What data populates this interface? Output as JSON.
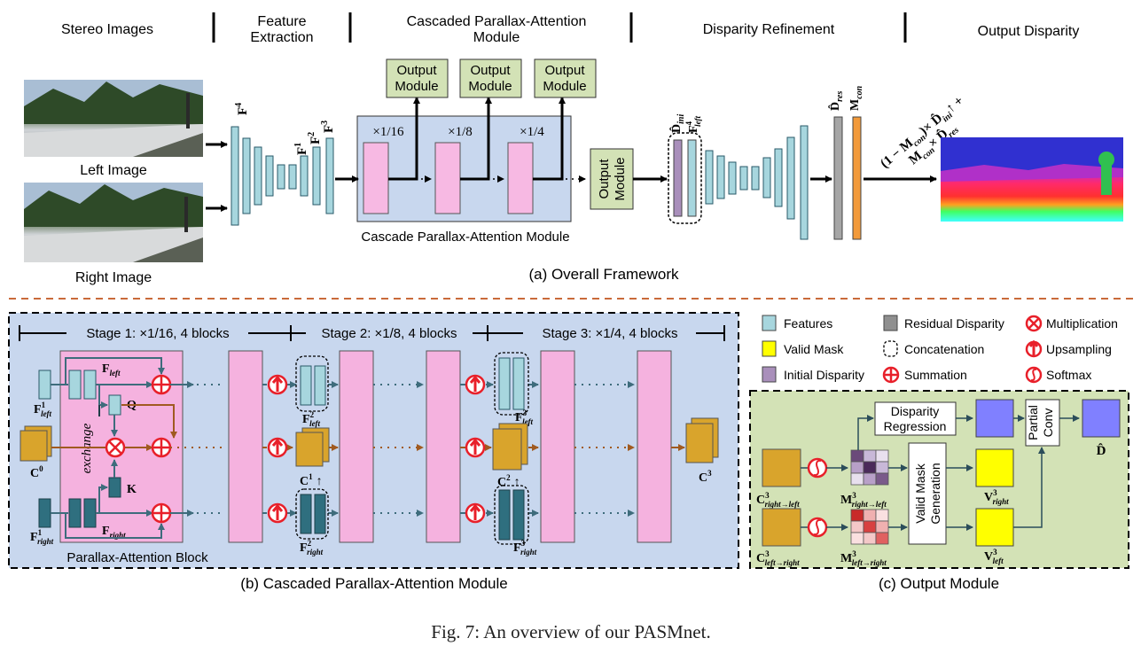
{
  "headers": {
    "stereo": "Stereo Images",
    "feature_1": "Feature",
    "feature_2": "Extraction",
    "cpam_1": "Cascaded Parallax-Attention",
    "cpam_2": "Module",
    "refine": "Disparity Refinement",
    "output": "Output Disparity"
  },
  "top": {
    "left_image": "Left Image",
    "right_image": "Right Image",
    "f4": "F",
    "f4_sup": "4",
    "f1": "F",
    "f1_sup": "1",
    "f2": "F",
    "f2_sup": "2",
    "f3": "F",
    "f3_sup": "3",
    "scale_16": "×1/16",
    "scale_8": "×1/8",
    "scale_4": "×1/4",
    "output_module_1": "Output",
    "output_module_2": "Module",
    "cascade_label": "Cascade Parallax-Attention Module",
    "d_ini": "D̂",
    "d_ini_sub": "ini",
    "f_left4": "F",
    "f_left4_sup": "4",
    "f_left4_sub": "left",
    "d_res": "D̂",
    "d_res_sub": "res",
    "m_con": "M",
    "m_con_sub": "con",
    "formula_1": "(1 − M",
    "formula_1_sub": "con",
    "formula_1b": ")× D̂",
    "formula_1b_sub": "ini",
    "formula_1c": "↑ +",
    "formula_2": "M",
    "formula_2_sub": "con",
    "formula_2b": "× D̂",
    "formula_2b_sub": "res",
    "caption_a": "(a) Overall Framework"
  },
  "bottom_b": {
    "stage1": "Stage 1: ×1/16, 4 blocks",
    "stage2": "Stage 2: ×1/8, 4 blocks",
    "stage3": "Stage 3:  ×1/4, 4 blocks",
    "f_left": "F",
    "f_left_sub": "left",
    "f_right": "F",
    "f_right_sub": "right",
    "f1_left": "F",
    "f1_left_sup": "1",
    "f1_left_sub": "left",
    "f1_right": "F",
    "f1_right_sup": "1",
    "f1_right_sub": "right",
    "q": "Q",
    "k": "K",
    "c0": "C",
    "c0_sup": "0",
    "exchange": "exchange",
    "pab": "Parallax-Attention Block",
    "f2_left": "F",
    "f2_left_sup": "2",
    "f2_left_sub": "left",
    "c1": "C",
    "c1_sup": "1",
    "f2_right": "F",
    "f2_right_sup": "2",
    "f2_right_sub": "right",
    "f3_left": "F",
    "f3_left_sup": "3",
    "f3_left_sub": "left",
    "c2": "C",
    "c2_sup": "2",
    "f3_right": "F",
    "f3_right_sup": "3",
    "f3_right_sub": "right",
    "c3": "C",
    "c3_sup": "3",
    "up_arrow": "↑",
    "caption_b": "(b) Cascaded Parallax-Attention Module"
  },
  "legend": {
    "features": "Features",
    "residual": "Residual Disparity",
    "multiplication": "Multiplication",
    "valid_mask": "Valid Mask",
    "concatenation": "Concatenation",
    "upsampling": "Upsampling",
    "initial": "Initial Disparity",
    "summation": "Summation",
    "softmax": "Softmax"
  },
  "bottom_c": {
    "disp_reg_1": "Disparity",
    "disp_reg_2": "Regression",
    "partial_conv_1": "Partial",
    "partial_conv_2": "Conv",
    "valid_mask_gen_1": "Valid Mask",
    "valid_mask_gen_2": "Generation",
    "c3_rl": "C",
    "c3_rl_sup": "3",
    "c3_rl_sub": "right→left",
    "c3_lr": "C",
    "c3_lr_sup": "3",
    "c3_lr_sub": "left→right",
    "m3_rl": "M",
    "m3_rl_sup": "3",
    "m3_rl_sub": "right→left",
    "m3_lr": "M",
    "m3_lr_sup": "3",
    "m3_lr_sub": "left→right",
    "v3_right": "V",
    "v3_right_sup": "3",
    "v3_right_sub": "right",
    "v3_left": "V",
    "v3_left_sup": "3",
    "v3_left_sub": "left",
    "d_hat": "D̂",
    "caption_c": "(c) Output Module"
  },
  "figure_caption": "Fig. 7: An overview of our PASMnet.",
  "colors": {
    "feature": "#a7d6de",
    "feature_dark": "#2f6f7f",
    "pink": "#f7b9e3",
    "panel_blue": "#c8d7ee",
    "panel_pink": "#f5b2df",
    "output_green": "#d3e2b6",
    "cost": "#d9a42c",
    "valid_yellow": "#ffff00",
    "initial_purple": "#a98fbb",
    "residual_gray": "#a6a6a6",
    "mcon_orange": "#f29a3a",
    "disp_blue": "#8080ff",
    "red": "#e8202a",
    "arrow_teal": "#3e6c7c",
    "arrow_brown": "#a05a20",
    "dash_orange": "#c96a3a"
  }
}
